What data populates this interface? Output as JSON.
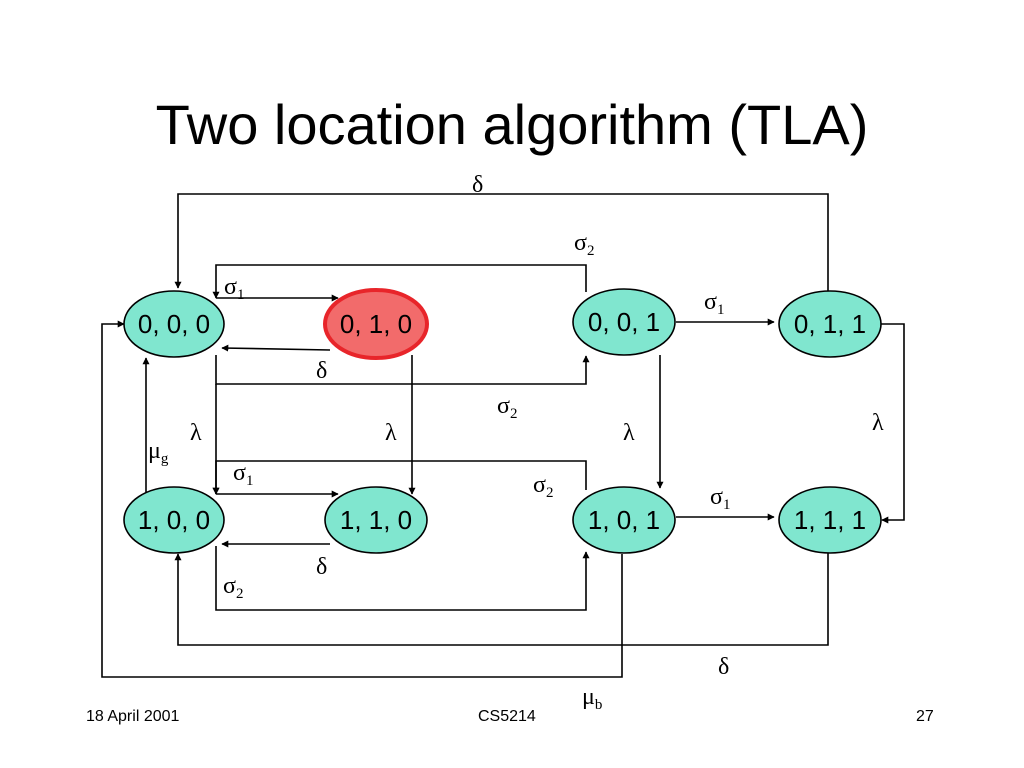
{
  "slide": {
    "title": "Two location algorithm (TLA)",
    "footer_left": "18 April 2001",
    "footer_center": "CS5214",
    "footer_right": "27"
  },
  "colors": {
    "node_fill": "#80e6cf",
    "highlight_fill": "#f26b6b",
    "highlight_stroke": "#e8252a",
    "line": "#000000"
  },
  "diagram": {
    "nodes": [
      {
        "id": "n000",
        "label": "0, 0, 0",
        "highlight": false
      },
      {
        "id": "n010",
        "label": "0, 1, 0",
        "highlight": true
      },
      {
        "id": "n001",
        "label": "0, 0, 1",
        "highlight": false
      },
      {
        "id": "n011",
        "label": "0, 1, 1",
        "highlight": false
      },
      {
        "id": "n100",
        "label": "1, 0, 0",
        "highlight": false
      },
      {
        "id": "n110",
        "label": "1, 1, 0",
        "highlight": false
      },
      {
        "id": "n101",
        "label": "1, 0, 1",
        "highlight": false
      },
      {
        "id": "n111",
        "label": "1, 1, 1",
        "highlight": false
      }
    ],
    "labels": {
      "delta_top": {
        "sym": "δ",
        "sub": ""
      },
      "sigma2_top": {
        "sym": "σ",
        "sub": "2"
      },
      "sigma1_a": {
        "sym": "σ",
        "sub": "1"
      },
      "sigma1_b": {
        "sym": "σ",
        "sub": "1"
      },
      "delta_a": {
        "sym": "δ",
        "sub": ""
      },
      "sigma2_mid": {
        "sym": "σ",
        "sub": "2"
      },
      "lambda_a": {
        "sym": "λ",
        "sub": ""
      },
      "lambda_b": {
        "sym": "λ",
        "sub": ""
      },
      "lambda_c": {
        "sym": "λ",
        "sub": ""
      },
      "lambda_d": {
        "sym": "λ",
        "sub": ""
      },
      "mu_g": {
        "sym": "μ",
        "sub": "g"
      },
      "sigma1_c": {
        "sym": "σ",
        "sub": "1"
      },
      "sigma2_low": {
        "sym": "σ",
        "sub": "2"
      },
      "sigma1_d": {
        "sym": "σ",
        "sub": "1"
      },
      "delta_b": {
        "sym": "δ",
        "sub": ""
      },
      "sigma2_bottom": {
        "sym": "σ",
        "sub": "2"
      },
      "delta_bottom": {
        "sym": "δ",
        "sub": ""
      },
      "mu_b": {
        "sym": "μ",
        "sub": "b"
      }
    }
  }
}
